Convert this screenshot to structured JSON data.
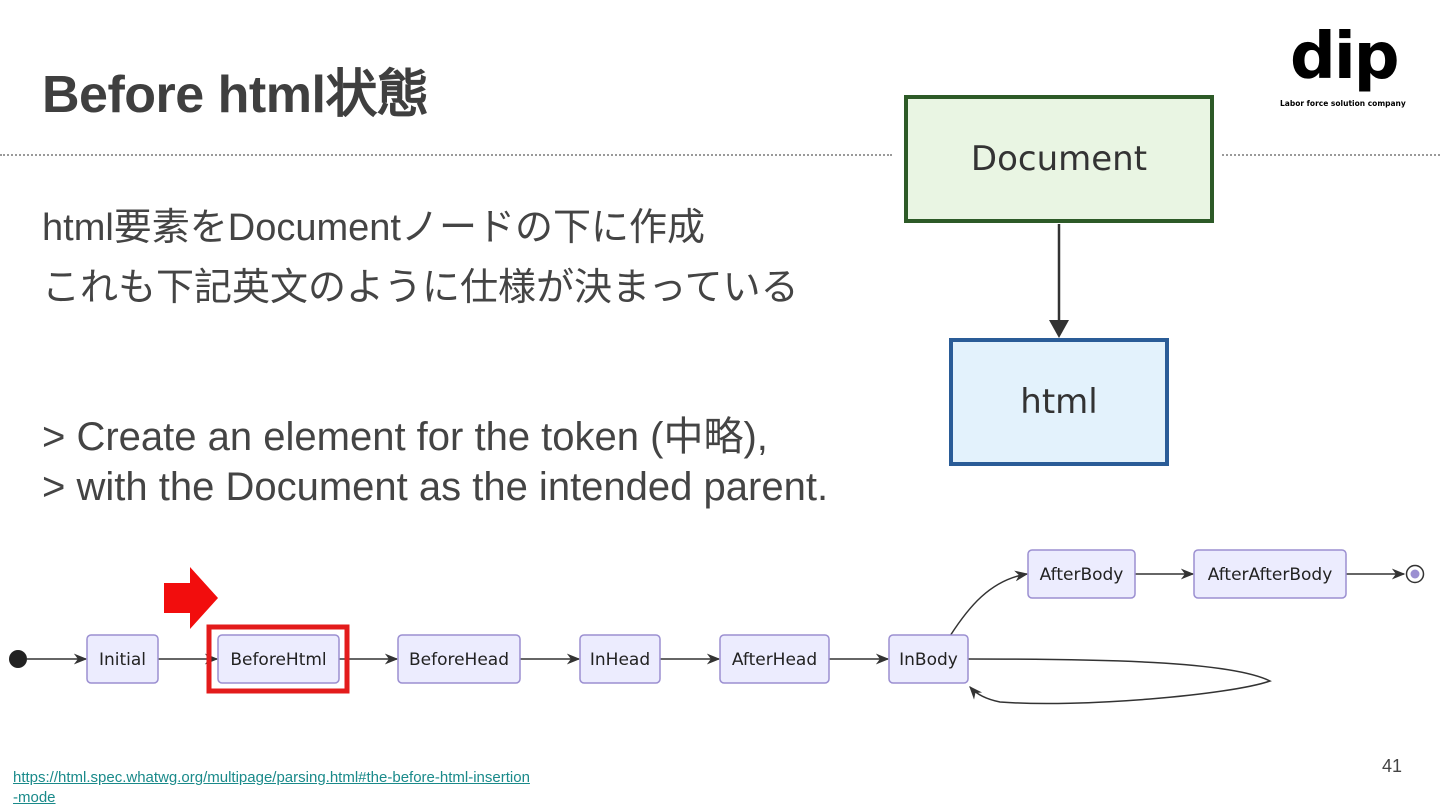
{
  "slide": {
    "title": "Before html状態",
    "body_lines": [
      "html要素をDocumentノードの下に作成",
      "これも下記英文のように仕様が決まっている"
    ],
    "quote_lines": [
      "> Create an element for the token (中略),",
      "> with the Document as the intended parent."
    ],
    "source_link": "https://html.spec.whatwg.org/multipage/parsing.html#the-before-html-insertion-mode",
    "source_link_lines": [
      "https://html.spec.whatwg.org/multipage/parsing.html#the-before-html-insertion",
      "-mode"
    ],
    "page_number": "41"
  },
  "logo": {
    "word": "dip",
    "tagline": "Labor force solution company"
  },
  "tree": {
    "parent": "Document",
    "child": "html"
  },
  "state_diagram": {
    "states": [
      "Initial",
      "BeforeHtml",
      "BeforeHead",
      "InHead",
      "AfterHead",
      "InBody",
      "AfterBody",
      "AfterAfterBody"
    ],
    "highlighted_state": "BeforeHtml",
    "transitions": [
      [
        "start",
        "Initial"
      ],
      [
        "Initial",
        "BeforeHtml"
      ],
      [
        "BeforeHtml",
        "BeforeHead"
      ],
      [
        "BeforeHead",
        "InHead"
      ],
      [
        "InHead",
        "AfterHead"
      ],
      [
        "AfterHead",
        "InBody"
      ],
      [
        "InBody",
        "InBody"
      ],
      [
        "InBody",
        "AfterBody"
      ],
      [
        "AfterBody",
        "AfterAfterBody"
      ],
      [
        "AfterAfterBody",
        "end"
      ]
    ]
  },
  "colors": {
    "highlight": "#e31b1b",
    "state_fill": "#ececfe",
    "state_stroke": "#9b8fd1",
    "document_fill": "#e9f5e3",
    "document_stroke": "#2d5a27",
    "html_fill": "#e3f2fc",
    "html_stroke": "#2a5c97",
    "link": "#1a8a8a"
  },
  "icons": {
    "pointer": "red-right-arrow-icon",
    "start": "filled-circle-start-icon",
    "end": "ringed-circle-end-icon"
  }
}
